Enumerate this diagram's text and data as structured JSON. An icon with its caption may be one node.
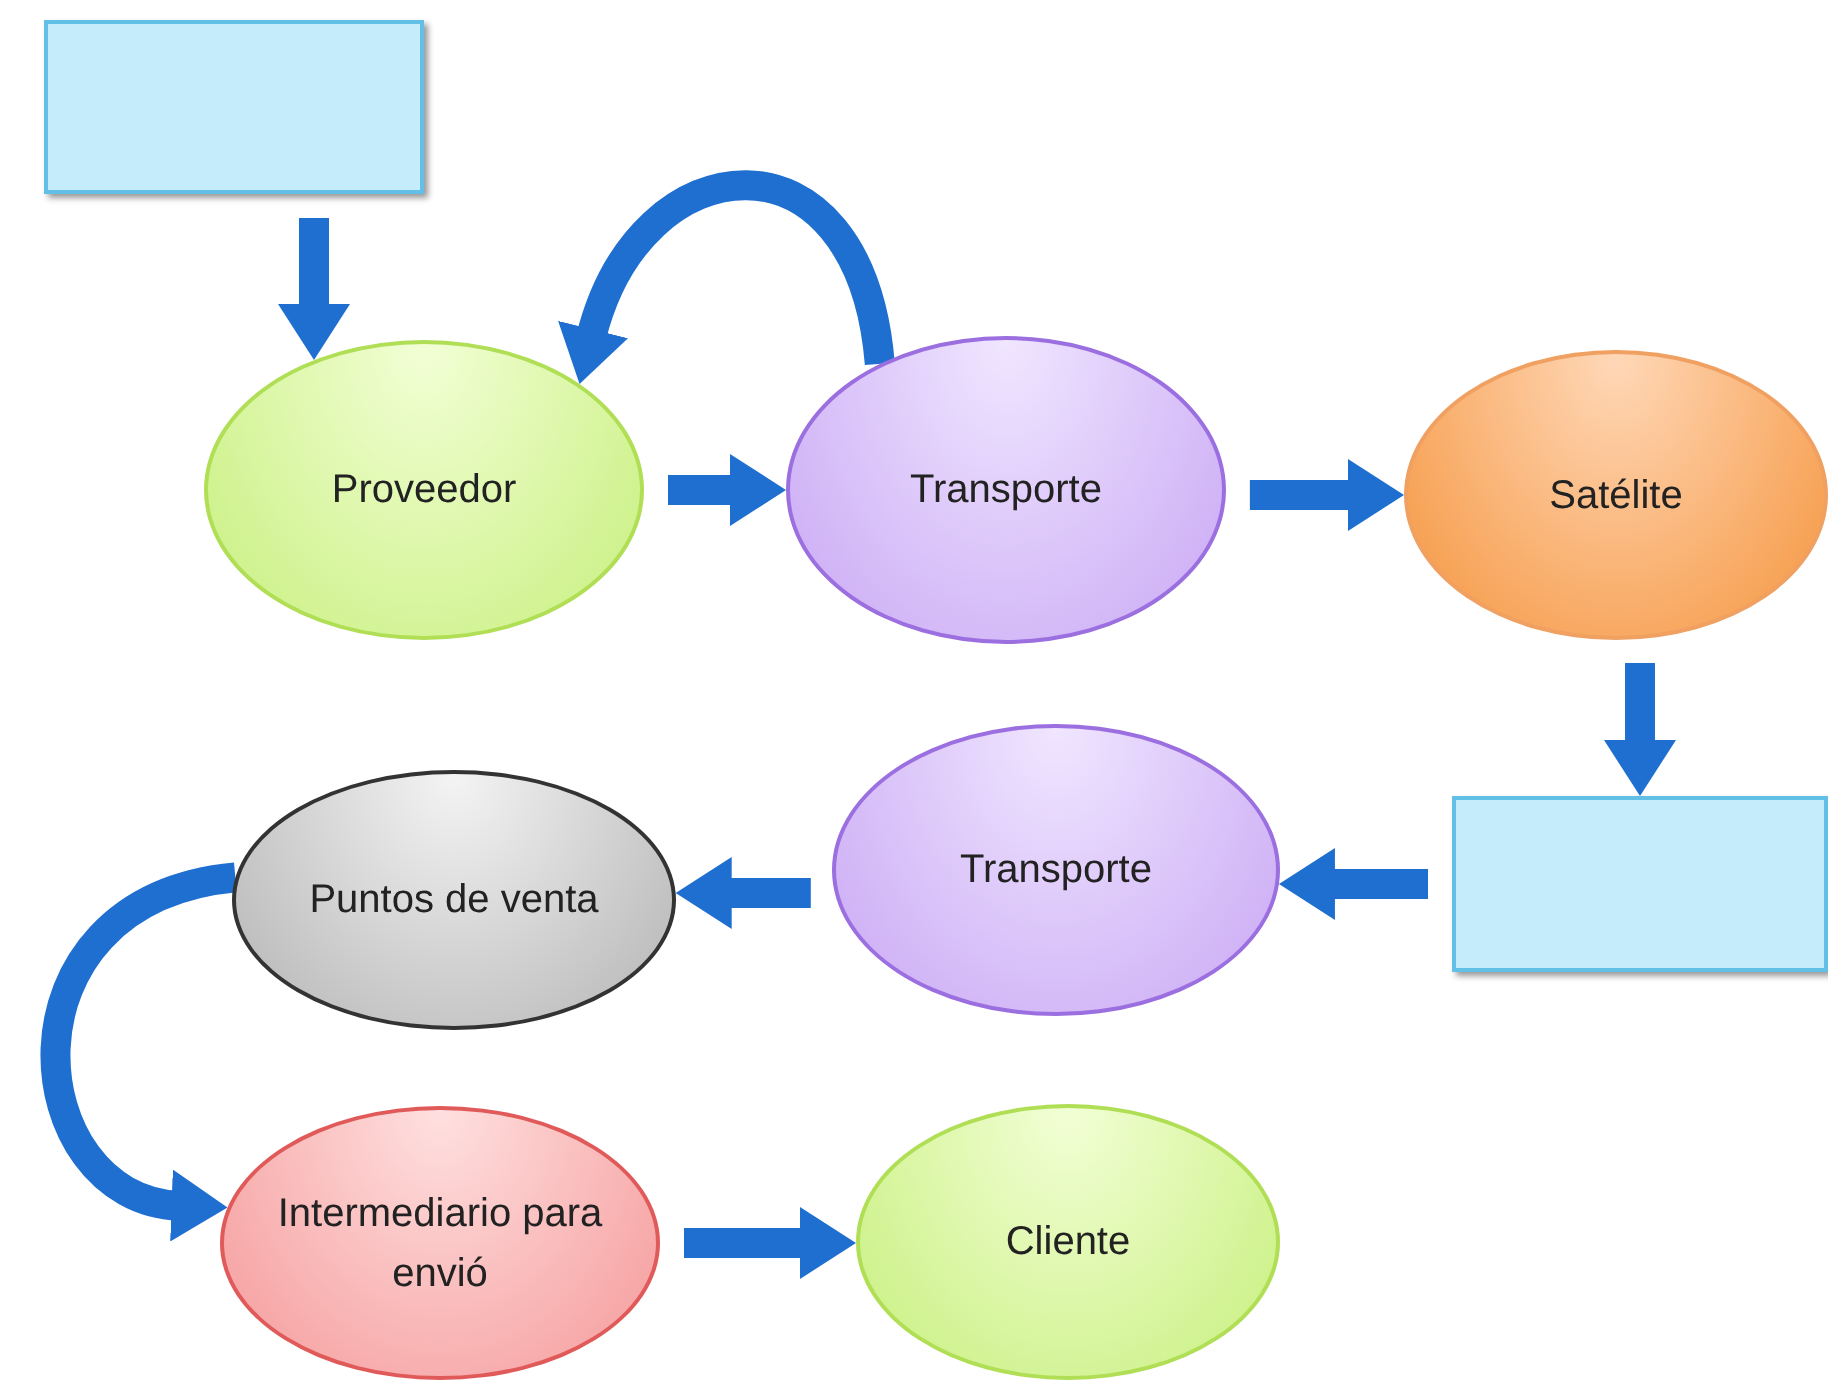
{
  "diagram": {
    "nodes": [
      {
        "text": [],
        "shape": "box"
      },
      {
        "text": [
          "Proveedor"
        ]
      },
      {
        "text": [
          "Transporte"
        ]
      },
      {
        "text": [
          "Satélite"
        ]
      },
      {
        "text": [],
        "shape": "box"
      },
      {
        "text": [
          "Transporte"
        ]
      },
      {
        "text": [
          "Puntos de venta"
        ]
      },
      {
        "text": [
          "Intermediario para envió"
        ]
      },
      {
        "text": [
          "Cliente"
        ]
      }
    ],
    "edges": [
      {
        "from": 0,
        "to": 1,
        "arrow": "to"
      },
      {
        "from": 1,
        "to": 2,
        "arrow": "to"
      },
      {
        "from": 2,
        "to": 1,
        "arrow": "to"
      },
      {
        "from": 2,
        "to": 3,
        "arrow": "to"
      },
      {
        "from": 3,
        "to": 4,
        "arrow": "to"
      },
      {
        "from": 4,
        "to": 5,
        "arrow": "to"
      },
      {
        "from": 5,
        "to": 6,
        "arrow": "to"
      },
      {
        "from": 6,
        "to": 7,
        "arrow": "to"
      },
      {
        "from": 7,
        "to": 8,
        "arrow": "to"
      }
    ]
  }
}
